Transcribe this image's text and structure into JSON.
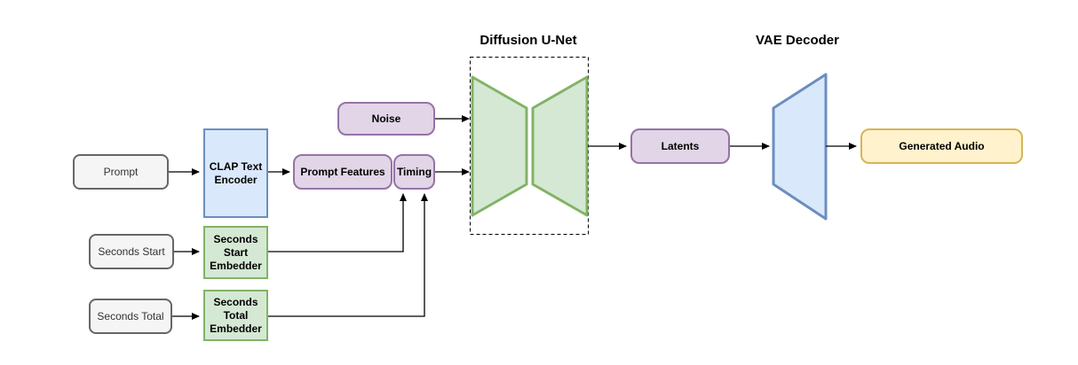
{
  "titles": {
    "unet": "Diffusion U-Net",
    "vae": "VAE Decoder"
  },
  "nodes": {
    "prompt": {
      "label": "Prompt"
    },
    "seconds_start": {
      "label": "Seconds Start"
    },
    "seconds_total": {
      "label": "Seconds Total"
    },
    "clap": {
      "label": "CLAP Text Encoder"
    },
    "ss_embedder": {
      "label": "Seconds Start Embedder"
    },
    "st_embedder": {
      "label": "Seconds Total Embedder"
    },
    "noise": {
      "label": "Noise"
    },
    "prompt_features": {
      "label": "Prompt Features"
    },
    "timing": {
      "label": "Timing"
    },
    "latents": {
      "label": "Latents"
    },
    "generated_audio": {
      "label": "Generated Audio"
    }
  },
  "connections": [
    {
      "from": "Prompt",
      "to": "CLAP Text Encoder"
    },
    {
      "from": "CLAP Text Encoder",
      "to": "Prompt Features"
    },
    {
      "from": "Seconds Start",
      "to": "Seconds Start Embedder"
    },
    {
      "from": "Seconds Total",
      "to": "Seconds Total Embedder"
    },
    {
      "from": "Seconds Start Embedder",
      "to": "Timing"
    },
    {
      "from": "Seconds Total Embedder",
      "to": "Timing"
    },
    {
      "from": "Noise",
      "to": "Diffusion U-Net"
    },
    {
      "from": "Timing",
      "to": "Diffusion U-Net"
    },
    {
      "from": "Diffusion U-Net",
      "to": "Latents"
    },
    {
      "from": "Latents",
      "to": "VAE Decoder"
    },
    {
      "from": "VAE Decoder",
      "to": "Generated Audio"
    }
  ],
  "colors": {
    "gray_fill": "#f5f5f5",
    "gray_border": "#666666",
    "blue_fill": "#dae8fc",
    "blue_border": "#6c8ebf",
    "green_fill": "#d5e8d4",
    "green_border": "#82b366",
    "purple_fill": "#e1d5e7",
    "purple_border": "#9673a6",
    "yellow_fill": "#fff2cc",
    "yellow_border": "#d6b656",
    "arrow": "#000000",
    "background": "#ffffff"
  }
}
